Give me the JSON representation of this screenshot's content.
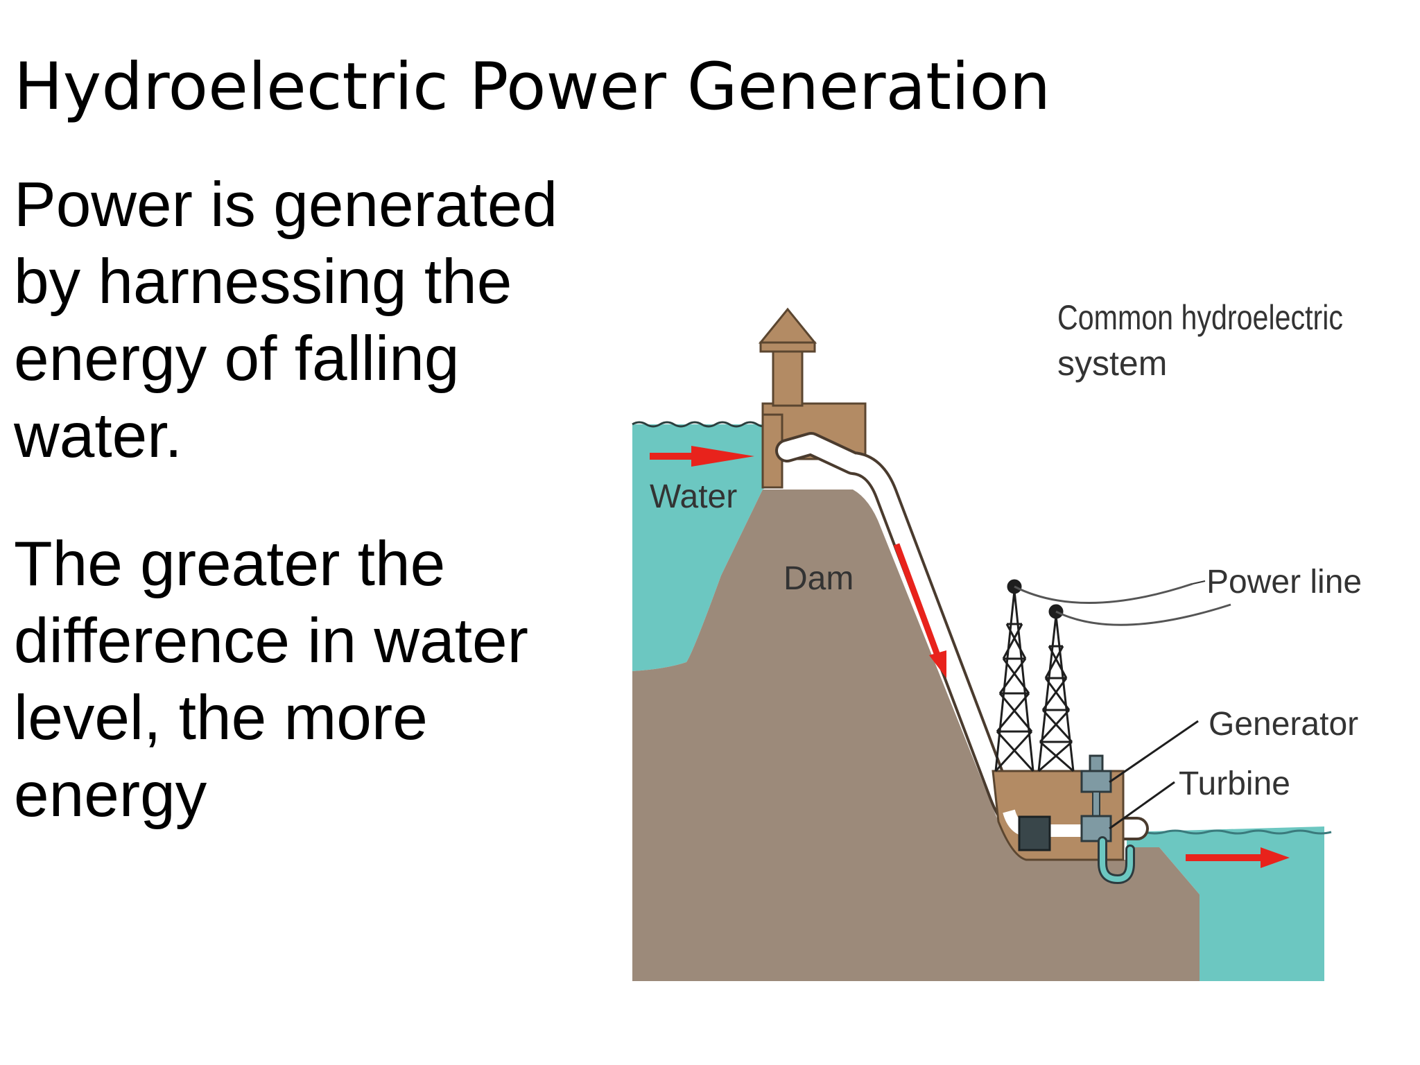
{
  "slide": {
    "title": "Hydroelectric Power Generation",
    "paragraphs": [
      "Power is generated by harnessing the energy of falling water.",
      "The greater the difference in water level, the more energy"
    ]
  },
  "diagram": {
    "caption_line1": "Common hydroelectric",
    "caption_line2": "system",
    "labels": {
      "water": "Water",
      "dam": "Dam",
      "power_line": "Power line",
      "generator": "Generator",
      "turbine": "Turbine"
    },
    "colors": {
      "water": "#6cc7c1",
      "dam": "#9c8a7a",
      "structure": "#b38b64",
      "arrow": "#e8231c",
      "equipment": "#7f9aa3"
    }
  }
}
